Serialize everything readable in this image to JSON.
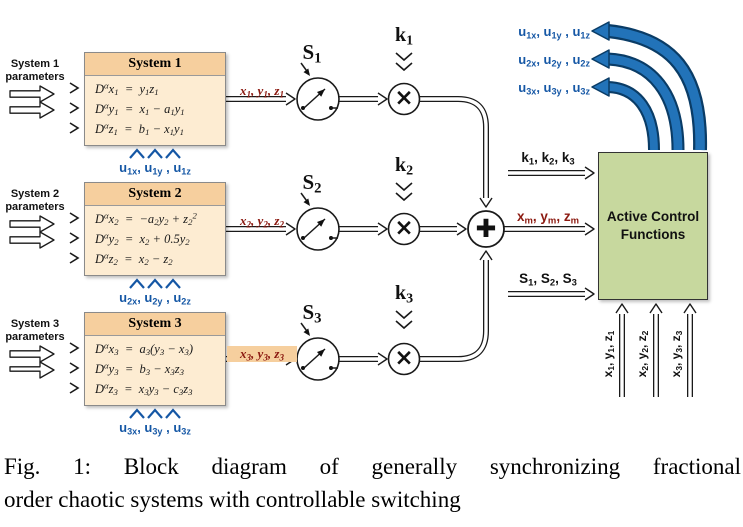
{
  "figure": {
    "caption_line1": "Fig. 1: Block diagram of generally synchronizing fractional",
    "caption_line2": "order chaotic systems with controllable switching"
  },
  "colors": {
    "accent_blue": "#1557a5",
    "signal_red": "#8c1a11",
    "block_header_peach": "#f6cf9e",
    "block_body_peach": "#fdecd2",
    "acf_green": "#c7d89e",
    "swoosh_blue": "#2273b9"
  },
  "operators": {
    "multiply": "×",
    "sum": "✚"
  },
  "systems": [
    {
      "params_label_line1": "System 1",
      "params_label_line2": "parameters",
      "title": "System 1",
      "equations_html": [
        "D<sup>α</sup>x<sub>1</sub>&nbsp;&nbsp;=&nbsp;&nbsp;y<sub>1</sub>z<sub>1</sub>",
        "D<sup>α</sup>y<sub>1</sub>&nbsp;&nbsp;=&nbsp;&nbsp;x<sub>1</sub> − a<sub>1</sub>y<sub>1</sub>",
        "D<sup>α</sup>z<sub>1</sub>&nbsp;&nbsp;=&nbsp;&nbsp;b<sub>1</sub> − x<sub>1</sub>y<sub>1</sub>"
      ],
      "output_signal_html": "x<sub>1</sub>, y<sub>1</sub>, z<sub>1</sub>",
      "switch_label_html": "S<sub>1</sub>",
      "gain_label_html": "k<sub>1</sub>",
      "control_input_html": "u<sub>1x</sub>, u<sub>1y</sub> , u<sub>1z</sub>"
    },
    {
      "params_label_line1": "System 2",
      "params_label_line2": "parameters",
      "title": "System 2",
      "equations_html": [
        "D<sup>α</sup>x<sub>2</sub>&nbsp;&nbsp;=&nbsp;&nbsp;−a<sub>2</sub>y<sub>2</sub> + z<sub>2</sub><sup>2</sup>",
        "D<sup>α</sup>y<sub>2</sub>&nbsp;&nbsp;=&nbsp;&nbsp;x<sub>2</sub> + 0.5y<sub>2</sub>",
        "D<sup>α</sup>z<sub>2</sub>&nbsp;&nbsp;=&nbsp;&nbsp;x<sub>2</sub> − z<sub>2</sub>"
      ],
      "output_signal_html": "x<sub>2</sub>, y<sub>2</sub>, z<sub>2</sub>",
      "switch_label_html": "S<sub>2</sub>",
      "gain_label_html": "k<sub>2</sub>",
      "control_input_html": "u<sub>2x</sub>, u<sub>2y</sub> , u<sub>2z</sub>"
    },
    {
      "params_label_line1": "System 3",
      "params_label_line2": "parameters",
      "title": "System 3",
      "equations_html": [
        "D<sup>α</sup>x<sub>3</sub>&nbsp;&nbsp;=&nbsp;&nbsp;a<sub>3</sub>(y<sub>3</sub> − x<sub>3</sub>)",
        "D<sup>α</sup>y<sub>3</sub>&nbsp;&nbsp;=&nbsp;&nbsp;b<sub>3</sub> − x<sub>3</sub>z<sub>3</sub>",
        "D<sup>α</sup>z<sub>3</sub>&nbsp;&nbsp;=&nbsp;&nbsp;x<sub>3</sub>y<sub>3</sub> − c<sub>3</sub>z<sub>3</sub>"
      ],
      "output_signal_html": "x<sub>3</sub>, y<sub>3</sub>, z<sub>3</sub>",
      "switch_label_html": "S<sub>3</sub>",
      "gain_label_html": "k<sub>3</sub>",
      "control_input_html": "u<sub>3x</sub>, u<sub>3y</sub> , u<sub>3z</sub>"
    }
  ],
  "summer_output_html": "x<sub>m</sub>, y<sub>m</sub>, z<sub>m</sub>",
  "acf": {
    "title_line1": "Active Control",
    "title_line2": "Functions",
    "input_gains_html": "k<sub>1</sub>, k<sub>2</sub>, k<sub>3</sub>",
    "input_switches_html": "S<sub>1</sub>, S<sub>2</sub>, S<sub>3</sub>",
    "bottom_inputs_html": [
      "x<sub>1</sub>, y<sub>1</sub>, z<sub>1</sub>",
      "x<sub>2</sub>, y<sub>2</sub>, z<sub>2</sub>",
      "x<sub>3</sub>, y<sub>3</sub>, z<sub>3</sub>"
    ],
    "output_labels_html": [
      "u<sub>1x</sub>, u<sub>1y</sub> , u<sub>1z</sub>",
      "u<sub>2x</sub>, u<sub>2y</sub> , u<sub>2z</sub>",
      "u<sub>3x</sub>, u<sub>3y</sub> , u<sub>3z</sub>"
    ]
  }
}
